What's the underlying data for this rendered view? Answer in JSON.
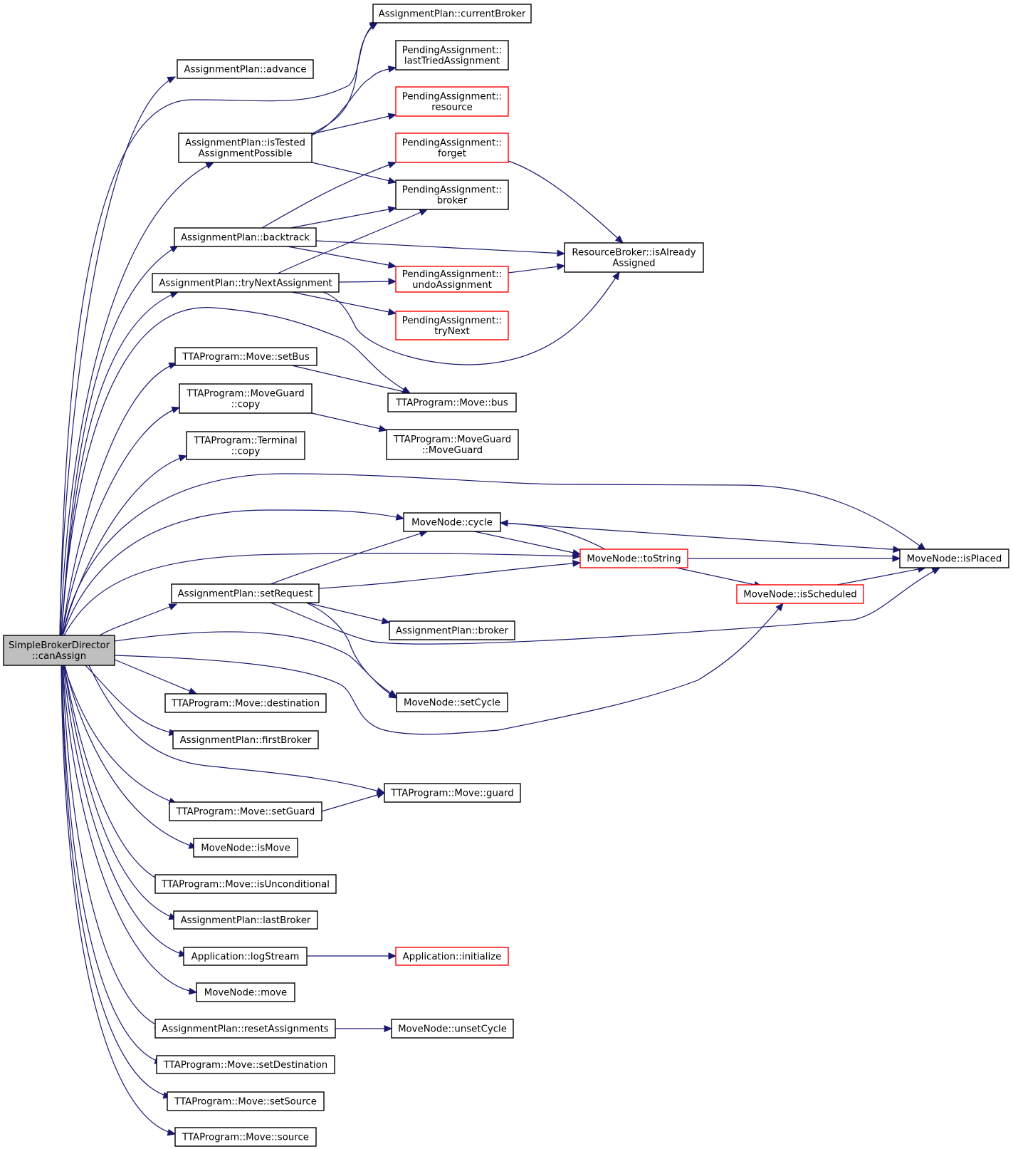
{
  "colors": {
    "edge": "#191970",
    "normal_border": "#000000",
    "truncated_border": "#ff0000",
    "root_fill": "#bfbfbf",
    "node_fill": "#ffffff"
  },
  "nodes": [
    {
      "id": "root",
      "lines": [
        "SimpleBrokerDirector",
        "::canAssign"
      ],
      "kind": "root"
    },
    {
      "id": "n_currentBroker",
      "lines": [
        "AssignmentPlan::currentBroker"
      ],
      "kind": "normal"
    },
    {
      "id": "n_advance",
      "lines": [
        "AssignmentPlan::advance"
      ],
      "kind": "normal"
    },
    {
      "id": "n_lastTried",
      "lines": [
        "PendingAssignment::",
        "lastTriedAssignment"
      ],
      "kind": "normal"
    },
    {
      "id": "n_resource",
      "lines": [
        "PendingAssignment::",
        "resource"
      ],
      "kind": "truncated"
    },
    {
      "id": "n_isTested",
      "lines": [
        "AssignmentPlan::isTested",
        "AssignmentPossible"
      ],
      "kind": "normal"
    },
    {
      "id": "n_forget",
      "lines": [
        "PendingAssignment::",
        "forget"
      ],
      "kind": "truncated"
    },
    {
      "id": "n_paBroker",
      "lines": [
        "PendingAssignment::",
        "broker"
      ],
      "kind": "normal"
    },
    {
      "id": "n_backtrack",
      "lines": [
        "AssignmentPlan::backtrack"
      ],
      "kind": "normal"
    },
    {
      "id": "n_isAlready",
      "lines": [
        "ResourceBroker::isAlready",
        "Assigned"
      ],
      "kind": "normal"
    },
    {
      "id": "n_tryNextAssign",
      "lines": [
        "AssignmentPlan::tryNextAssignment"
      ],
      "kind": "normal"
    },
    {
      "id": "n_undo",
      "lines": [
        "PendingAssignment::",
        "undoAssignment"
      ],
      "kind": "truncated"
    },
    {
      "id": "n_tryNext",
      "lines": [
        "PendingAssignment::",
        "tryNext"
      ],
      "kind": "truncated"
    },
    {
      "id": "n_setBus",
      "lines": [
        "TTAProgram::Move::setBus"
      ],
      "kind": "normal"
    },
    {
      "id": "n_bus",
      "lines": [
        "TTAProgram::Move::bus"
      ],
      "kind": "normal"
    },
    {
      "id": "n_mgCopy",
      "lines": [
        "TTAProgram::MoveGuard",
        "::copy"
      ],
      "kind": "normal"
    },
    {
      "id": "n_mgCtor",
      "lines": [
        "TTAProgram::MoveGuard",
        "::MoveGuard"
      ],
      "kind": "normal"
    },
    {
      "id": "n_termCopy",
      "lines": [
        "TTAProgram::Terminal",
        "::copy"
      ],
      "kind": "normal"
    },
    {
      "id": "n_cycle",
      "lines": [
        "MoveNode::cycle"
      ],
      "kind": "normal"
    },
    {
      "id": "n_toString",
      "lines": [
        "MoveNode::toString"
      ],
      "kind": "truncated"
    },
    {
      "id": "n_isPlaced",
      "lines": [
        "MoveNode::isPlaced"
      ],
      "kind": "normal"
    },
    {
      "id": "n_setRequest",
      "lines": [
        "AssignmentPlan::setRequest"
      ],
      "kind": "normal"
    },
    {
      "id": "n_isScheduled",
      "lines": [
        "MoveNode::isScheduled"
      ],
      "kind": "truncated"
    },
    {
      "id": "n_apBroker",
      "lines": [
        "AssignmentPlan::broker"
      ],
      "kind": "normal"
    },
    {
      "id": "n_destination",
      "lines": [
        "TTAProgram::Move::destination"
      ],
      "kind": "normal"
    },
    {
      "id": "n_setCycle",
      "lines": [
        "MoveNode::setCycle"
      ],
      "kind": "normal"
    },
    {
      "id": "n_firstBroker",
      "lines": [
        "AssignmentPlan::firstBroker"
      ],
      "kind": "normal"
    },
    {
      "id": "n_guard",
      "lines": [
        "TTAProgram::Move::guard"
      ],
      "kind": "normal"
    },
    {
      "id": "n_setGuard",
      "lines": [
        "TTAProgram::Move::setGuard"
      ],
      "kind": "normal"
    },
    {
      "id": "n_isMove",
      "lines": [
        "MoveNode::isMove"
      ],
      "kind": "normal"
    },
    {
      "id": "n_isUncond",
      "lines": [
        "TTAProgram::Move::isUnconditional"
      ],
      "kind": "normal"
    },
    {
      "id": "n_lastBroker",
      "lines": [
        "AssignmentPlan::lastBroker"
      ],
      "kind": "normal"
    },
    {
      "id": "n_logStream",
      "lines": [
        "Application::logStream"
      ],
      "kind": "normal"
    },
    {
      "id": "n_initialize",
      "lines": [
        "Application::initialize"
      ],
      "kind": "truncated"
    },
    {
      "id": "n_move",
      "lines": [
        "MoveNode::move"
      ],
      "kind": "normal"
    },
    {
      "id": "n_resetAssign",
      "lines": [
        "AssignmentPlan::resetAssignments"
      ],
      "kind": "normal"
    },
    {
      "id": "n_unsetCycle",
      "lines": [
        "MoveNode::unsetCycle"
      ],
      "kind": "normal"
    },
    {
      "id": "n_setDest",
      "lines": [
        "TTAProgram::Move::setDestination"
      ],
      "kind": "normal"
    },
    {
      "id": "n_setSource",
      "lines": [
        "TTAProgram::Move::setSource"
      ],
      "kind": "normal"
    },
    {
      "id": "n_source",
      "lines": [
        "TTAProgram::Move::source"
      ],
      "kind": "normal"
    }
  ],
  "edges": [
    {
      "from": "root",
      "to": "n_advance"
    },
    {
      "from": "root",
      "to": "n_currentBroker"
    },
    {
      "from": "root",
      "to": "n_isTested"
    },
    {
      "from": "n_isTested",
      "to": "n_currentBroker"
    },
    {
      "from": "n_isTested",
      "to": "n_lastTried"
    },
    {
      "from": "n_isTested",
      "to": "n_resource"
    },
    {
      "from": "n_isTested",
      "to": "n_paBroker"
    },
    {
      "from": "root",
      "to": "n_backtrack"
    },
    {
      "from": "n_backtrack",
      "to": "n_forget"
    },
    {
      "from": "n_backtrack",
      "to": "n_paBroker"
    },
    {
      "from": "n_backtrack",
      "to": "n_isAlready"
    },
    {
      "from": "n_backtrack",
      "to": "n_undo"
    },
    {
      "from": "n_forget",
      "to": "n_isAlready"
    },
    {
      "from": "n_undo",
      "to": "n_isAlready"
    },
    {
      "from": "root",
      "to": "n_tryNextAssign"
    },
    {
      "from": "n_tryNextAssign",
      "to": "n_paBroker"
    },
    {
      "from": "n_tryNextAssign",
      "to": "n_undo"
    },
    {
      "from": "n_tryNextAssign",
      "to": "n_tryNext"
    },
    {
      "from": "n_tryNextAssign",
      "to": "n_isAlready"
    },
    {
      "from": "root",
      "to": "n_bus"
    },
    {
      "from": "root",
      "to": "n_setBus"
    },
    {
      "from": "n_setBus",
      "to": "n_bus"
    },
    {
      "from": "root",
      "to": "n_mgCopy"
    },
    {
      "from": "n_mgCopy",
      "to": "n_mgCtor"
    },
    {
      "from": "root",
      "to": "n_termCopy"
    },
    {
      "from": "root",
      "to": "n_isPlaced"
    },
    {
      "from": "root",
      "to": "n_cycle"
    },
    {
      "from": "n_cycle",
      "to": "n_toString"
    },
    {
      "from": "n_cycle",
      "to": "n_isPlaced"
    },
    {
      "from": "n_toString",
      "to": "n_cycle"
    },
    {
      "from": "n_toString",
      "to": "n_isPlaced"
    },
    {
      "from": "n_toString",
      "to": "n_isScheduled"
    },
    {
      "from": "n_isScheduled",
      "to": "n_isPlaced"
    },
    {
      "from": "root",
      "to": "n_toString"
    },
    {
      "from": "root",
      "to": "n_setRequest"
    },
    {
      "from": "n_setRequest",
      "to": "n_cycle"
    },
    {
      "from": "n_setRequest",
      "to": "n_toString"
    },
    {
      "from": "n_setRequest",
      "to": "n_apBroker"
    },
    {
      "from": "n_setRequest",
      "to": "n_isPlaced"
    },
    {
      "from": "n_setRequest",
      "to": "n_setCycle"
    },
    {
      "from": "root",
      "to": "n_isScheduled"
    },
    {
      "from": "root",
      "to": "n_setCycle"
    },
    {
      "from": "root",
      "to": "n_destination"
    },
    {
      "from": "root",
      "to": "n_firstBroker"
    },
    {
      "from": "root",
      "to": "n_guard"
    },
    {
      "from": "root",
      "to": "n_setGuard"
    },
    {
      "from": "n_setGuard",
      "to": "n_guard"
    },
    {
      "from": "root",
      "to": "n_isMove"
    },
    {
      "from": "root",
      "to": "n_isUncond"
    },
    {
      "from": "root",
      "to": "n_lastBroker"
    },
    {
      "from": "root",
      "to": "n_logStream"
    },
    {
      "from": "n_logStream",
      "to": "n_initialize"
    },
    {
      "from": "root",
      "to": "n_move"
    },
    {
      "from": "root",
      "to": "n_resetAssign"
    },
    {
      "from": "n_resetAssign",
      "to": "n_unsetCycle"
    },
    {
      "from": "root",
      "to": "n_setDest"
    },
    {
      "from": "root",
      "to": "n_setSource"
    },
    {
      "from": "root",
      "to": "n_source"
    }
  ]
}
